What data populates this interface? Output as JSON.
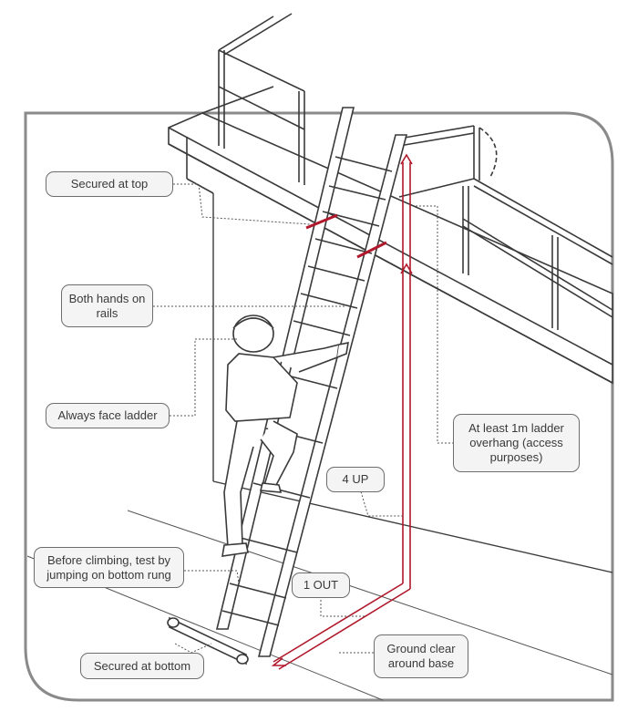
{
  "callouts": {
    "secured_top": "Secured at top",
    "both_hands": "Both hands on rails",
    "face_ladder": "Always face ladder",
    "test_bottom": "Before climbing, test by jumping on bottom rung",
    "secured_bottom": "Secured at bottom",
    "overhang": "At least 1m ladder overhang (access purposes)",
    "four_up": "4 UP",
    "one_out": "1 OUT",
    "ground_clear": "Ground clear around base"
  },
  "colors": {
    "line": "#3a3a3a",
    "measure": "#b0182b",
    "frame": "#8a8a8a",
    "callout_fill": "#f4f4f4"
  }
}
